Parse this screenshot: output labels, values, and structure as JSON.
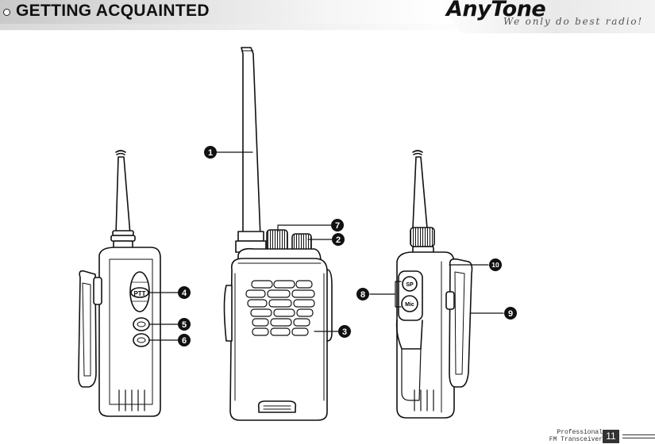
{
  "header": {
    "title": "GETTING ACQUAINTED",
    "brand": "AnyTone",
    "tagline": "We only do best radio!"
  },
  "callouts": [
    "1",
    "2",
    "3",
    "4",
    "5",
    "6",
    "7",
    "8",
    "9",
    "10"
  ],
  "radio_labels": {
    "ptt": "PTT",
    "speaker_jack": "SP",
    "mic_jack": "Mic"
  },
  "footer": {
    "line1": "Professional",
    "line2": "FM Transceiver",
    "page_number": "11"
  }
}
